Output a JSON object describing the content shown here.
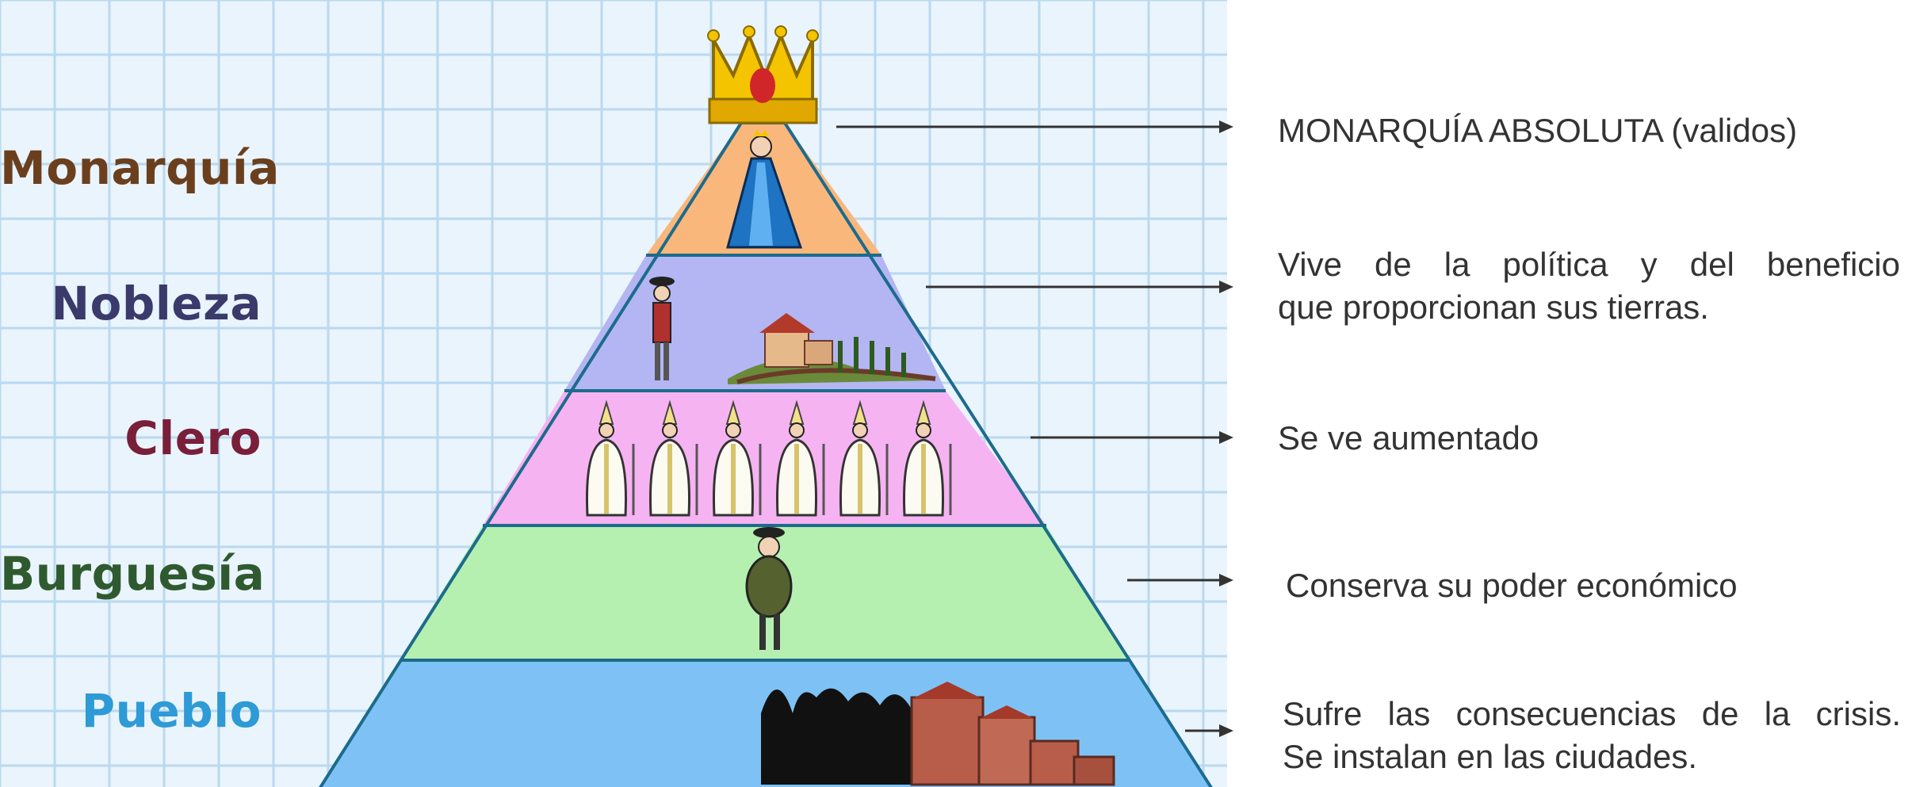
{
  "tiers": [
    {
      "label": "Monarquía",
      "color": "#6b3f1d",
      "fill": "#f9b77c",
      "description": [
        "MONARQUÍA ABSOLUTA (validos)"
      ]
    },
    {
      "label": "Nobleza",
      "color": "#3a3a6b",
      "fill": "#b3b6f2",
      "description": [
        "Vive de la política y del beneficio",
        "que proporcionan sus tierras."
      ]
    },
    {
      "label": "Clero",
      "color": "#7a1f3a",
      "fill": "#f6b3f1",
      "description": [
        "Se ve aumentado"
      ]
    },
    {
      "label": "Burguesía",
      "color": "#2f5a2f",
      "fill": "#b5f0b0",
      "description": [
        "Conserva su poder económico"
      ]
    },
    {
      "label": "Pueblo",
      "color": "#2e9ad6",
      "fill": "#7ec2f5",
      "description": [
        "Sufre las consecuencias de la crisis.",
        "Se instalan en las ciudades."
      ]
    }
  ],
  "colors": {
    "grid_bg": "#eaf4fc",
    "grid_line": "#b9d9f0",
    "outline": "#1d6b8c",
    "arrow": "#333333"
  }
}
